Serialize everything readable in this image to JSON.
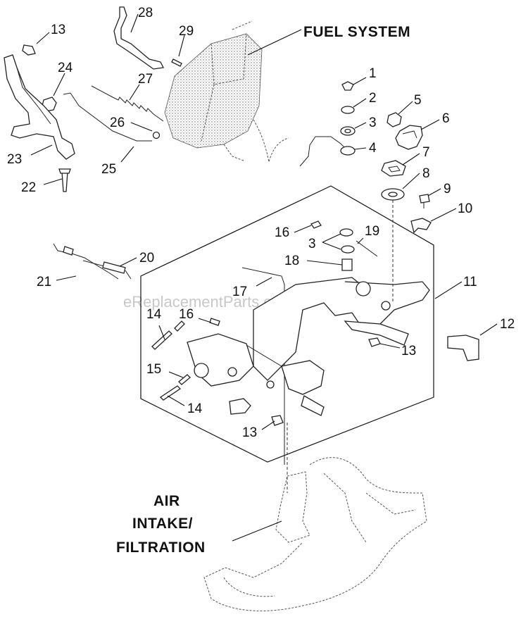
{
  "labels": {
    "fuel_system": "FUEL SYSTEM",
    "air_intake_1": "AIR",
    "air_intake_2": "INTAKE/",
    "air_intake_3": "FILTRATION"
  },
  "watermark": "eReplacementParts.com",
  "callouts": [
    {
      "id": "c1",
      "text": "1"
    },
    {
      "id": "c2",
      "text": "2"
    },
    {
      "id": "c3a",
      "text": "3"
    },
    {
      "id": "c4",
      "text": "4"
    },
    {
      "id": "c5",
      "text": "5"
    },
    {
      "id": "c6",
      "text": "6"
    },
    {
      "id": "c7",
      "text": "7"
    },
    {
      "id": "c8",
      "text": "8"
    },
    {
      "id": "c9",
      "text": "9"
    },
    {
      "id": "c10",
      "text": "10"
    },
    {
      "id": "c11",
      "text": "11"
    },
    {
      "id": "c12",
      "text": "12"
    },
    {
      "id": "c13a",
      "text": "13"
    },
    {
      "id": "c13b",
      "text": "13"
    },
    {
      "id": "c13c",
      "text": "13"
    },
    {
      "id": "c14a",
      "text": "14"
    },
    {
      "id": "c14b",
      "text": "14"
    },
    {
      "id": "c15",
      "text": "15"
    },
    {
      "id": "c16a",
      "text": "16"
    },
    {
      "id": "c16b",
      "text": "16"
    },
    {
      "id": "c3b",
      "text": "3"
    },
    {
      "id": "c17",
      "text": "17"
    },
    {
      "id": "c18",
      "text": "18"
    },
    {
      "id": "c19",
      "text": "19"
    },
    {
      "id": "c20",
      "text": "20"
    },
    {
      "id": "c21",
      "text": "21"
    },
    {
      "id": "c22",
      "text": "22"
    },
    {
      "id": "c23",
      "text": "23"
    },
    {
      "id": "c24",
      "text": "24"
    },
    {
      "id": "c25",
      "text": "25"
    },
    {
      "id": "c26",
      "text": "26"
    },
    {
      "id": "c27",
      "text": "27"
    },
    {
      "id": "c28",
      "text": "28"
    },
    {
      "id": "c29",
      "text": "29"
    }
  ]
}
